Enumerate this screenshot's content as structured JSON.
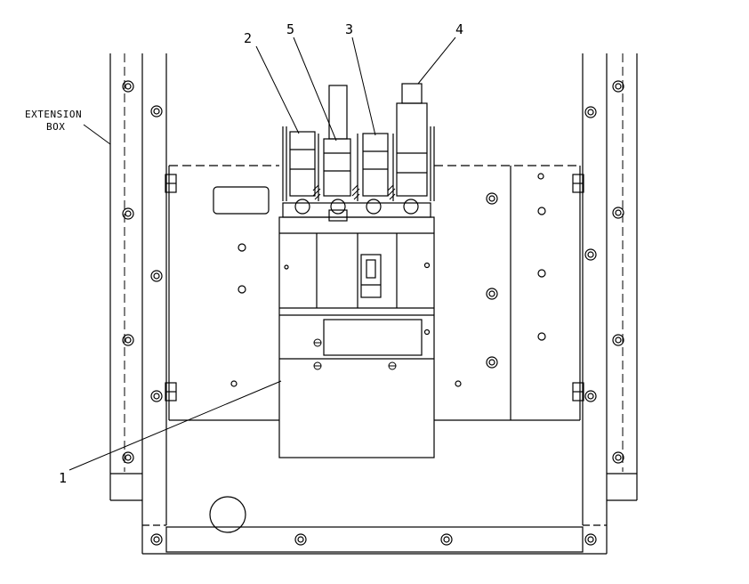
{
  "labels": {
    "extension_line1": "EXTENSION",
    "extension_line2": "BOX",
    "callout_1": "1",
    "callout_2": "2",
    "callout_3": "3",
    "callout_4": "4",
    "callout_5": "5"
  }
}
